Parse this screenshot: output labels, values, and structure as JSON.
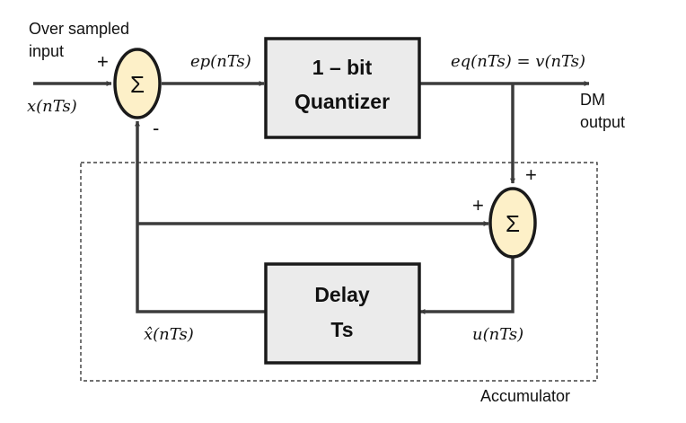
{
  "input_label_line1": "Over sampled",
  "input_label_line2": "input",
  "input_signal": "x(nTs)",
  "sum1_symbol": "Σ",
  "sum1_plus": "+",
  "sum1_minus": "-",
  "error_signal": "ep(nTs)",
  "quantizer_line1": "1 – bit",
  "quantizer_line2": "Quantizer",
  "output_signal": "eq(nTs) = v(nTs)",
  "output_label_line1": "DM",
  "output_label_line2": "output",
  "sum2_symbol": "Σ",
  "sum2_plus_top": "+",
  "sum2_plus_left": "+",
  "delay_line1": "Delay",
  "delay_line2": "Ts",
  "accum_out_signal": "u(nTs)",
  "feedback_signal": "x̂(nTs)",
  "accumulator_label": "Accumulator",
  "colors": {
    "summer_fill": "#fdf0c8",
    "block_fill": "#ebebeb",
    "stroke": "#1a1a1a",
    "arrow": "#3c3c3c"
  }
}
